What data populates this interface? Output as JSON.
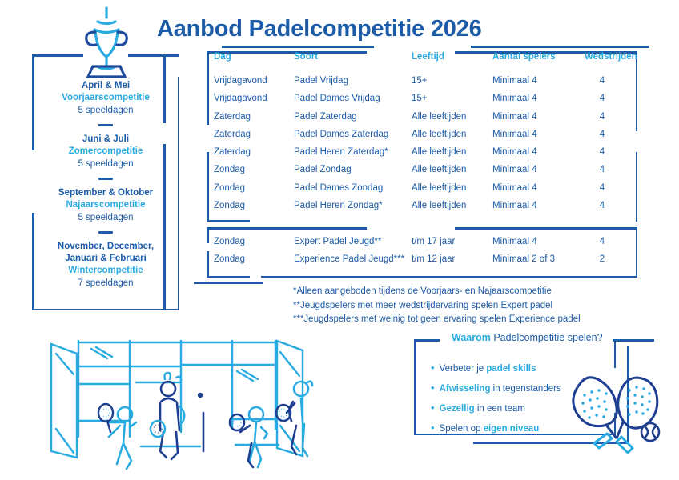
{
  "header": {
    "title": "Aanbod Padelcompetitie 2026",
    "trophy_icon": "trophy-icon",
    "accent_color": "#29ABE2",
    "primary_color": "#1C5BA8"
  },
  "seasons_panel": {
    "seasons": [
      {
        "months": "April & Mei",
        "name": "Voorjaarscompetitie",
        "days": "5 speeldagen"
      },
      {
        "months": "Juni & Juli",
        "name": "Zomercompetitie",
        "days": "5 speeldagen"
      },
      {
        "months": "September & Oktober",
        "name": "Najaarscompetitie",
        "days": "5 speeldagen"
      },
      {
        "months": "November, December,\nJanuari & Februari",
        "name": "Wintercompetitie",
        "days": "7 speeldagen"
      }
    ]
  },
  "table": {
    "columns": [
      "Dag",
      "Soort",
      "Leeftijd",
      "Aantal spelers",
      "Wedstrijden"
    ],
    "rows": [
      {
        "dag": "Vrijdagavond",
        "soort": "Padel Vrijdag",
        "leeftijd": "15+",
        "aantal": "Minimaal 4",
        "wedstrijden": "4"
      },
      {
        "dag": "Vrijdagavond",
        "soort": "Padel Dames Vrijdag",
        "leeftijd": "15+",
        "aantal": "Minimaal 4",
        "wedstrijden": "4"
      },
      {
        "dag": "Zaterdag",
        "soort": "Padel Zaterdag",
        "leeftijd": "Alle leeftijden",
        "aantal": "Minimaal 4",
        "wedstrijden": "4"
      },
      {
        "dag": "Zaterdag",
        "soort": "Padel Dames Zaterdag",
        "leeftijd": "Alle leeftijden",
        "aantal": "Minimaal 4",
        "wedstrijden": "4"
      },
      {
        "dag": "Zaterdag",
        "soort": "Padel Heren Zaterdag*",
        "leeftijd": "Alle leeftijden",
        "aantal": "Minimaal 4",
        "wedstrijden": "4"
      },
      {
        "dag": "Zondag",
        "soort": "Padel Zondag",
        "leeftijd": "Alle leeftijden",
        "aantal": "Minimaal 4",
        "wedstrijden": "4"
      },
      {
        "dag": "Zondag",
        "soort": "Padel Dames Zondag",
        "leeftijd": "Alle leeftijden",
        "aantal": "Minimaal 4",
        "wedstrijden": "4"
      },
      {
        "dag": "Zondag",
        "soort": "Padel Heren Zondag*",
        "leeftijd": "Alle leeftijden",
        "aantal": "Minimaal 4",
        "wedstrijden": "4"
      }
    ]
  },
  "table_youth": {
    "rows": [
      {
        "dag": "Zondag",
        "soort": "Expert Padel Jeugd**",
        "leeftijd": "t/m 17 jaar",
        "aantal": "Minimaal 4",
        "wedstrijden": "4"
      },
      {
        "dag": "Zondag",
        "soort": "Experience Padel Jeugd***",
        "leeftijd": "t/m 12 jaar",
        "aantal": "Minimaal 2 of 3",
        "wedstrijden": "2"
      }
    ]
  },
  "footnotes": [
    "*Alleen aangeboden tijdens de Voorjaars- en Najaarscompetitie",
    "**Jeugdspelers met meer wedstrijdervaring spelen Expert padel",
    "***Jeugdspelers met weinig tot geen ervaring spelen Experience padel"
  ],
  "why_box": {
    "title_accent": "Waarom",
    "title_rest": " Padelcompetitie spelen?",
    "bullets": [
      {
        "pre": "Verbeter je ",
        "accent": "padel skills",
        "post": ""
      },
      {
        "pre": "",
        "accent": "Afwisseling",
        "post": " in tegenstanders"
      },
      {
        "pre": "",
        "accent": "Gezellig",
        "post": " in een team"
      },
      {
        "pre": "Spelen op ",
        "accent": "eigen niveau",
        "post": ""
      }
    ],
    "bullet_glyph": "•"
  },
  "illustrations": {
    "court": "padel-court-illustration",
    "rackets": "padel-rackets-illustration"
  }
}
